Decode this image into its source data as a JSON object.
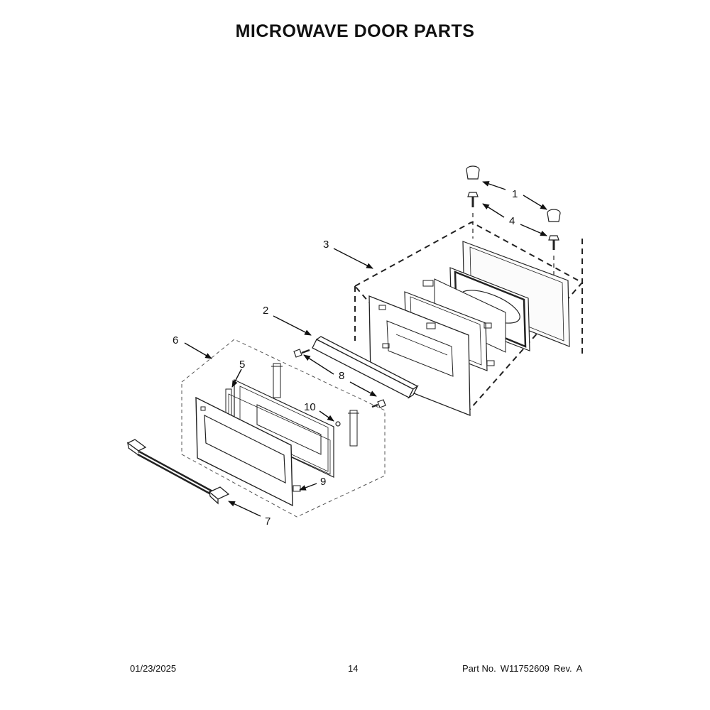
{
  "title": "MICROWAVE DOOR PARTS",
  "callouts": [
    "1",
    "2",
    "3",
    "4",
    "5",
    "6",
    "7",
    "8",
    "9",
    "10"
  ],
  "footer": {
    "date": "01/23/2025",
    "page": "14",
    "part_label": "Part No.",
    "part_number": "W11752609",
    "rev_label": "Rev.",
    "rev_value": "A"
  }
}
